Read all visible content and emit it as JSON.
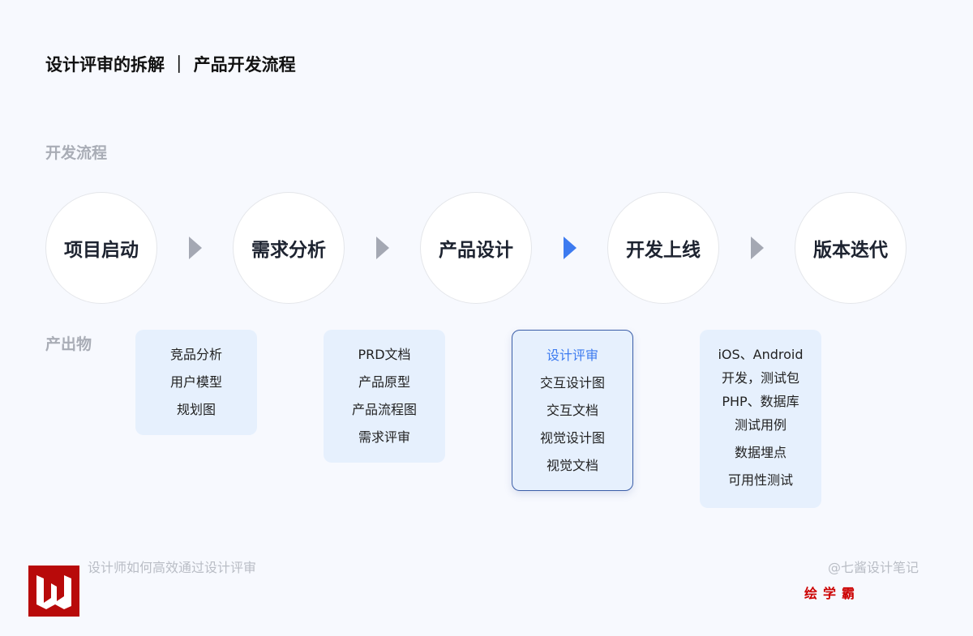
{
  "title": "设计评审的拆解 ｜ 产品开发流程",
  "section_flow": "开发流程",
  "section_output": "产出物",
  "stages": [
    "项目启动",
    "需求分析",
    "产品设计",
    "开发上线",
    "版本迭代"
  ],
  "outputs": [
    [
      "竞品分析",
      "用户模型",
      "规划图"
    ],
    [
      "PRD文档",
      "产品原型",
      "产品流程图",
      "需求评审"
    ],
    [
      "设计评审",
      "交互设计图",
      "交互文档",
      "视觉设计图",
      "视觉文档"
    ],
    [
      "iOS、Android",
      "开发，测试包",
      "PHP、数据库",
      "测试用例",
      "数据埋点",
      "可用性测试"
    ]
  ],
  "footer": {
    "left": "设计师如何高效通过设计评审",
    "right": "@七酱设计笔记",
    "brand": "绘学霸"
  },
  "colors": {
    "accent": "#3d7bf0",
    "box": "#e6f0fd",
    "brand": "#b80a0a"
  }
}
